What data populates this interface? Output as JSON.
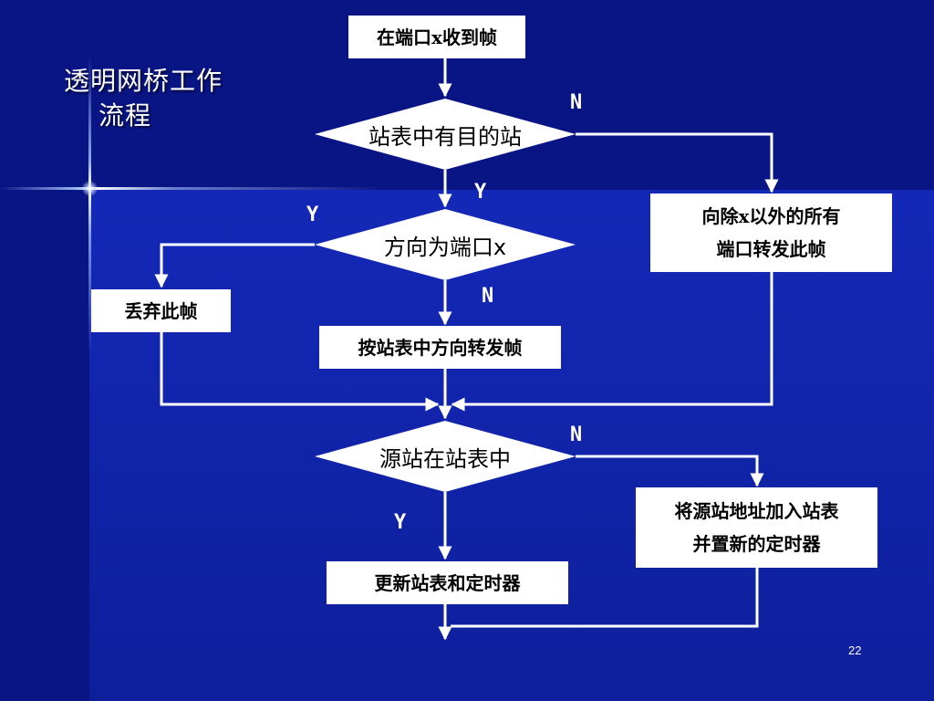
{
  "title": {
    "line1": "透明网桥工作",
    "line2": "流程"
  },
  "nodes": {
    "start": "在端口x收到帧",
    "d1": "站表中有目的站",
    "d2": "方向为端口x",
    "d3": "源站在站表中",
    "flood_line1": "向除x以外的所有",
    "flood_line2": "端口转发此帧",
    "discard": "丢弃此帧",
    "forward": "按站表中方向转发帧",
    "add_line1": "将源站地址加入站表",
    "add_line2": "并置新的定时器",
    "update": "更新站表和定时器"
  },
  "edges": {
    "d1_no": "N",
    "d1_yes": "Y",
    "d2_yes": "Y",
    "d2_no": "N",
    "d3_no": "N",
    "d3_yes": "Y"
  },
  "colors": {
    "background": "#0c1a9a",
    "lines": "#ffffff",
    "boxes": "#ffffff"
  },
  "page_number": "22"
}
